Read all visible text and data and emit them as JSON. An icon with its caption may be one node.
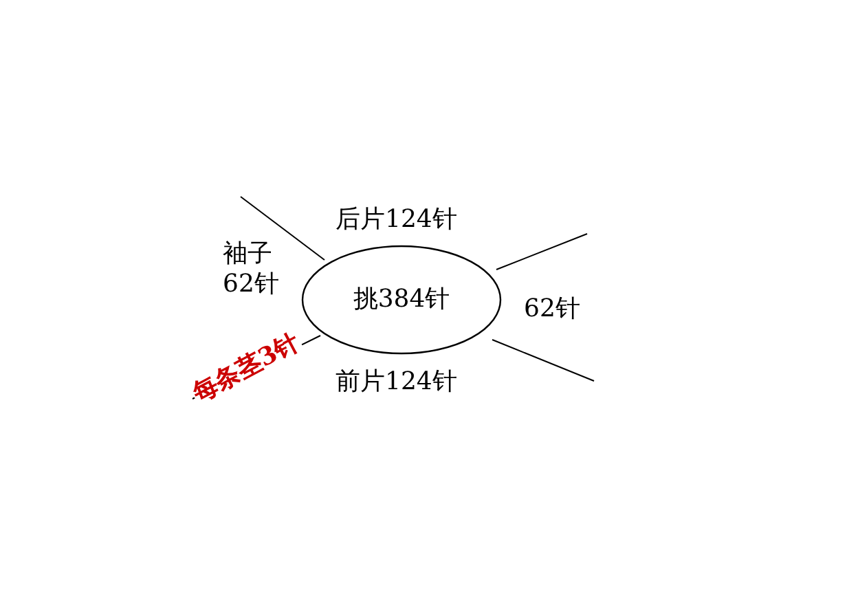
{
  "diagram": {
    "nodes": [
      {
        "text": [
          "挑384针"
        ]
      }
    ],
    "labels": [
      "后片124针",
      "袖子62针",
      "62针",
      "每条茎3针",
      "前片124针"
    ]
  }
}
